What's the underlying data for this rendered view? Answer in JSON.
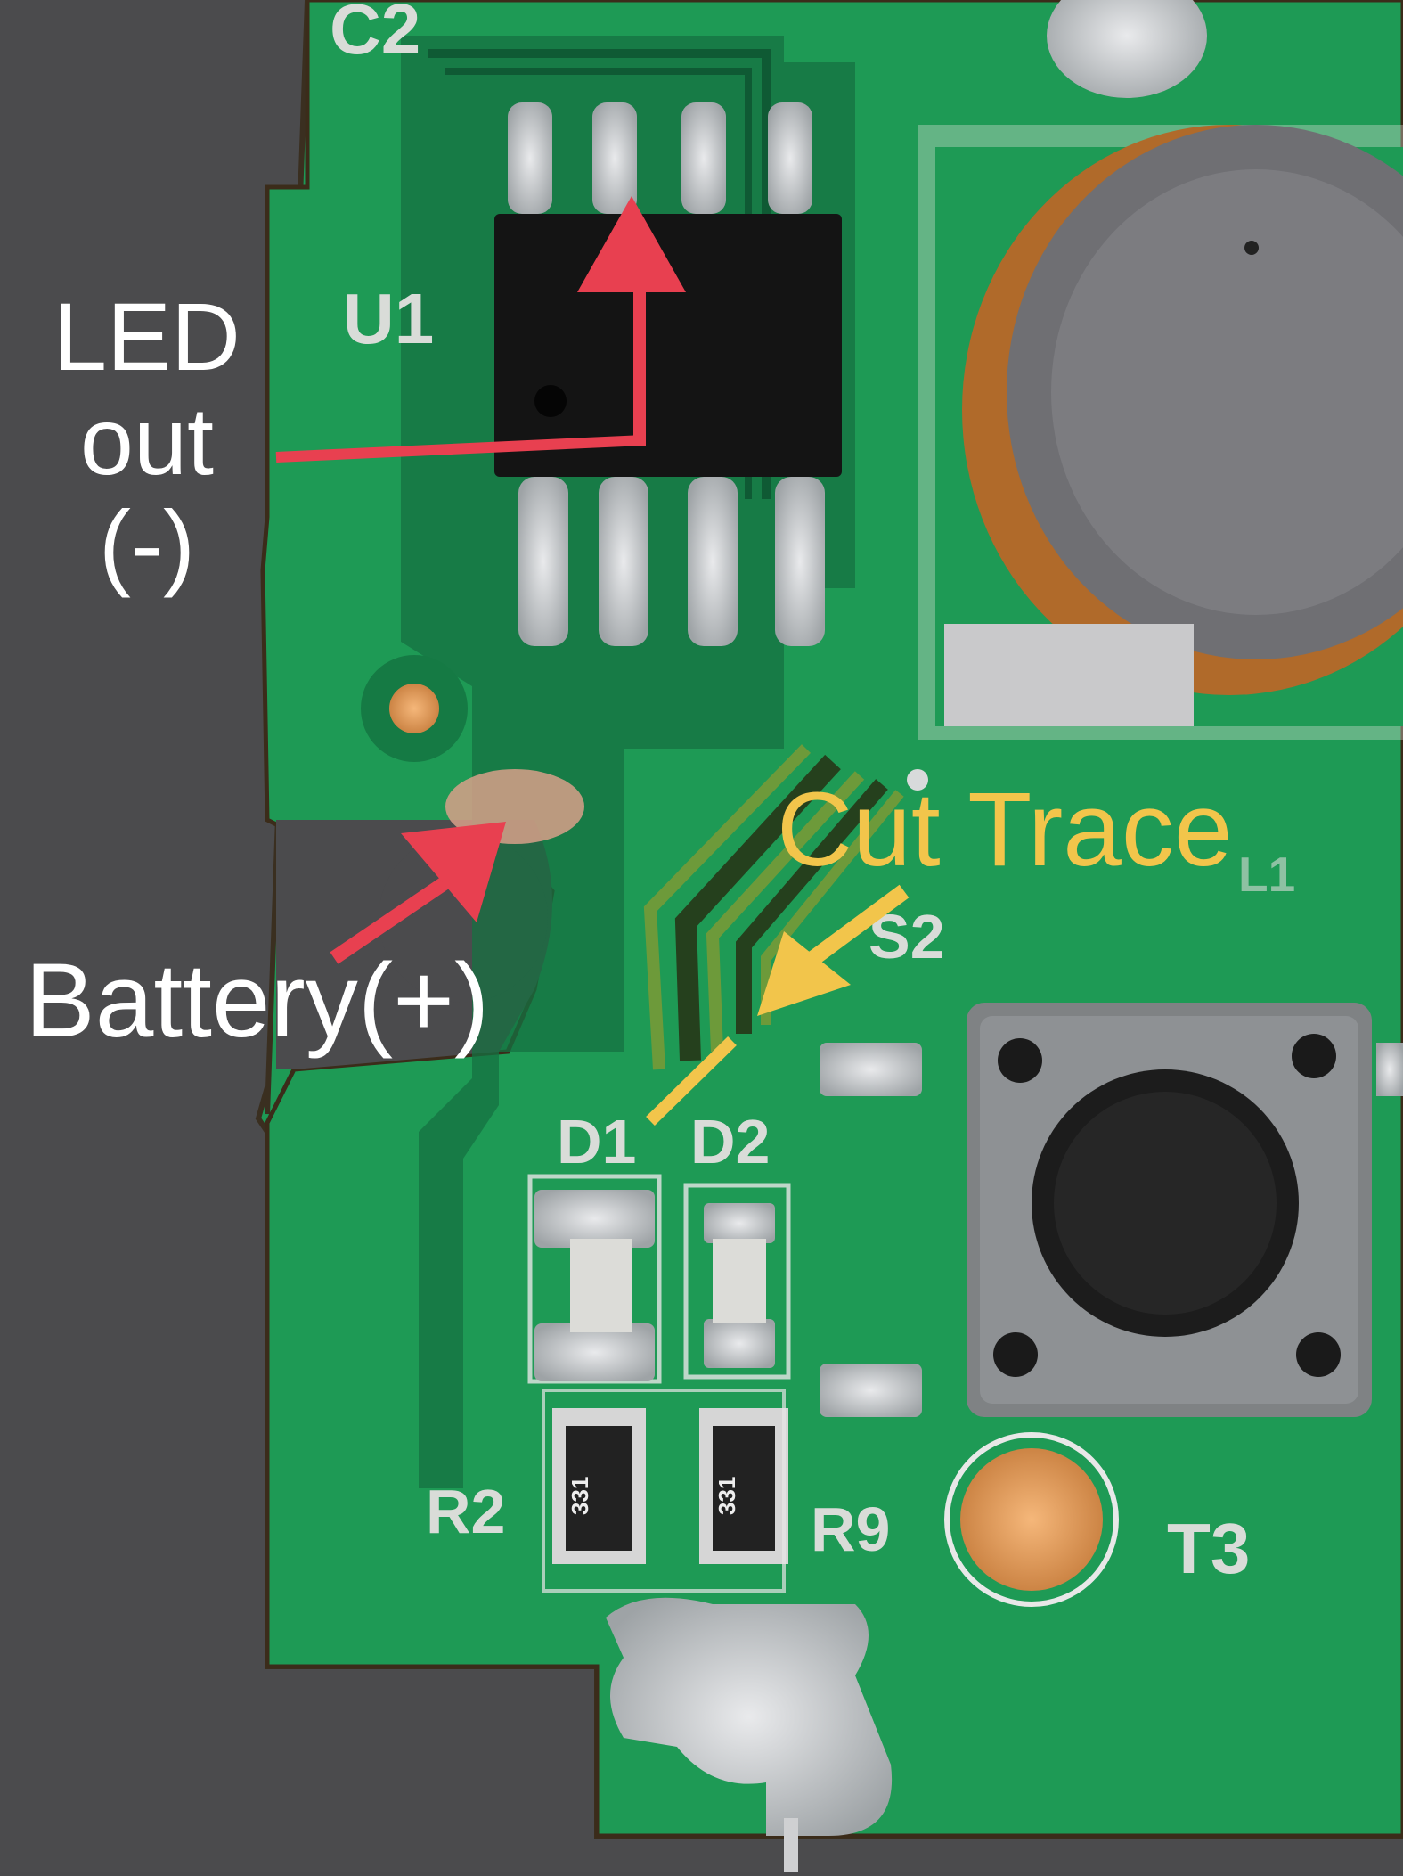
{
  "annotations": {
    "led_out": {
      "line1": "LED",
      "line2": "out",
      "line3": "(-)"
    },
    "battery": {
      "label": "Battery(+)"
    },
    "cut_trace": {
      "label": "Cut Trace"
    }
  },
  "silkscreen": {
    "c2": "C2",
    "u1": "U1",
    "s2": "S2",
    "d1": "D1",
    "d2": "D2",
    "r2": "R2",
    "r9": "R9",
    "t3": "T3",
    "l1": "L1",
    "resistor_code_a": "331",
    "resistor_code_b": "331"
  },
  "colors": {
    "board_green": "#1f9a55",
    "trace_dark": "#155c37",
    "annotation_red": "#e84050",
    "annotation_yellow": "#f2c54b",
    "label_white": "#ffffff",
    "background_gray": "#4a4a4c"
  }
}
